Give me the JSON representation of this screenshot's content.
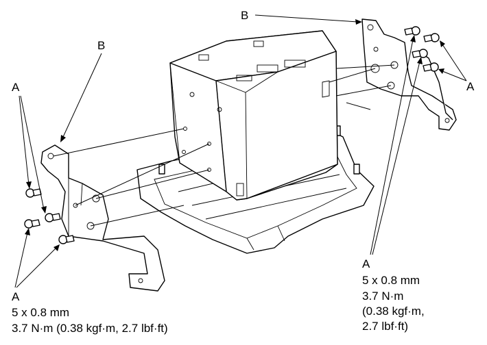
{
  "labels": {
    "b_top": "B",
    "b_left": "B",
    "a_top_left": "A",
    "a_right_upper": "A",
    "a_bottom_right": "A",
    "a_bottom_left": "A"
  },
  "specs": {
    "right": {
      "size": "5 x 0.8 mm",
      "torque": "3.7 N·m",
      "alt_line1": "(0.38 kgf·m,",
      "alt_line2": "2.7 lbf·ft)"
    },
    "left": {
      "size": "5 x 0.8 mm",
      "torque": "3.7 N·m (0.38 kgf·m, 2.7 lbf·ft)"
    }
  },
  "colors": {
    "ink": "#000000",
    "paper": "#ffffff"
  }
}
